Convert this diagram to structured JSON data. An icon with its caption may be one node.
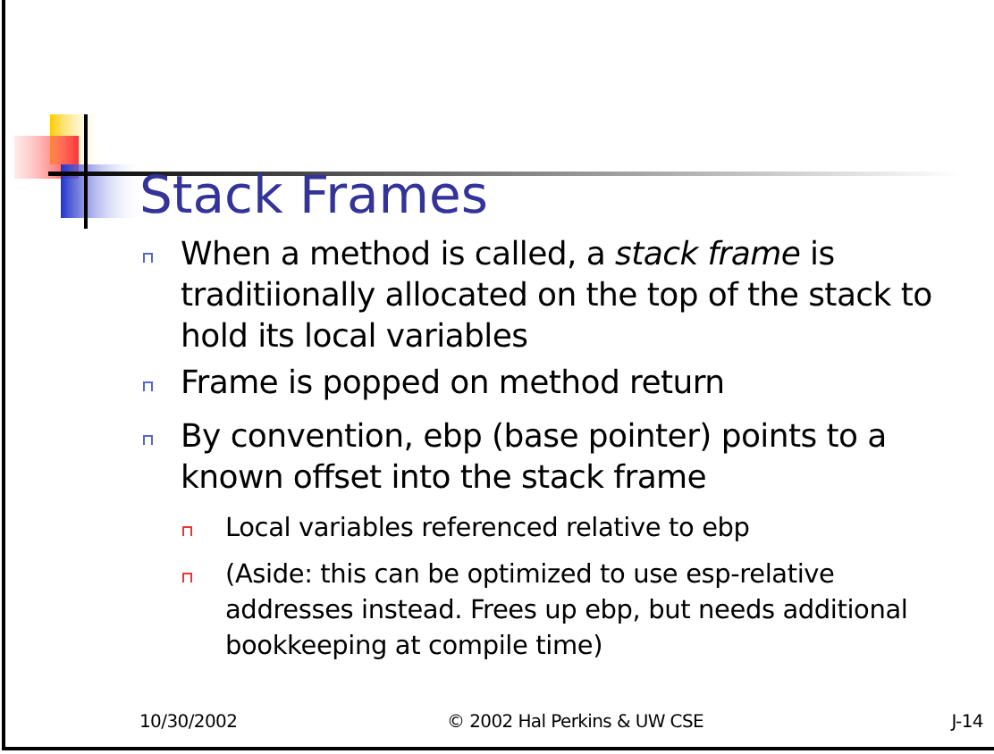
{
  "diagram": {
    "title": "Stack Frames",
    "labels": [
      "When a method is called, a *stack frame* is traditiionally allocated on the top of the stack to hold its local variables",
      "Frame is popped on method return",
      "By convention, ebp (base pointer) points to a known offset into the stack frame",
      "Local variables referenced relative to ebp",
      "(Aside: this can be optimized to use esp-relative addresses instead.  Frees up ebp, but needs additional bookkeeping at compile time)",
      "10/30/2002",
      "© 2002 Hal Perkins & UW CSE",
      "J-14"
    ]
  }
}
